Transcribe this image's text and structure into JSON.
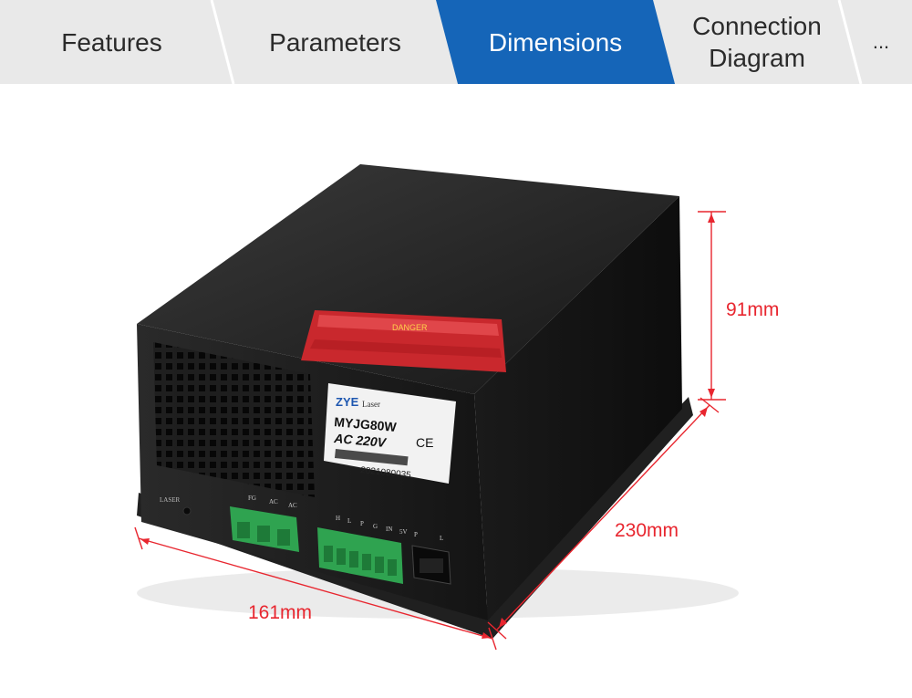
{
  "tabs": [
    {
      "label": "Features",
      "active": false
    },
    {
      "label": "Parameters",
      "active": false
    },
    {
      "label": "Dimensions",
      "active": true
    },
    {
      "label_line1": "Connection",
      "label_line2": "Diagram",
      "active": false
    },
    {
      "label": "...",
      "active": false
    }
  ],
  "colors": {
    "tab_bg": "#e9e9e9",
    "tab_active": "#1565b8",
    "tab_separator": "#ffffff",
    "dimension_line": "#e8262f",
    "box_body": "#1c1c1c"
  },
  "dimensions": {
    "height": "91mm",
    "depth": "230mm",
    "width": "161mm"
  },
  "product": {
    "image_icon": "laser-power-supply-image",
    "brand": "ZYE",
    "brand_suffix": "Laser",
    "model": "MYJG80W",
    "voltage": "AC 220V",
    "serial": "2021080035",
    "warning_title": "DANGER",
    "terminal_labels_left": [
      "FG",
      "AC",
      "AC"
    ],
    "terminal_labels_right": [
      "H",
      "L",
      "P",
      "G",
      "IN",
      "5V",
      "P",
      "L"
    ],
    "laser_label": "LASER"
  }
}
